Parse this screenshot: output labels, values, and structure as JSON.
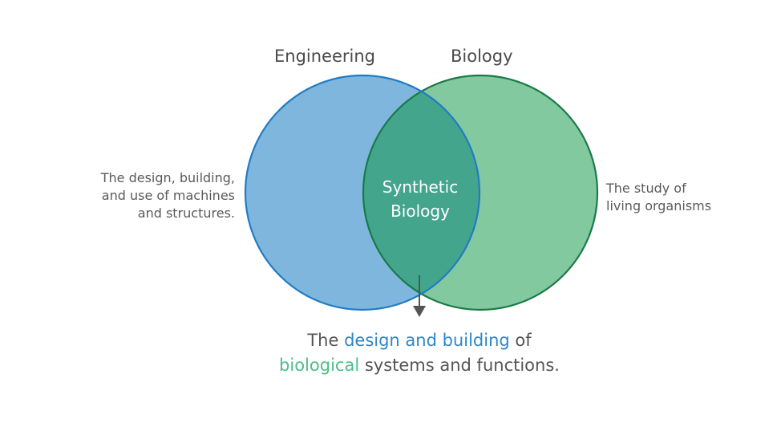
{
  "diagram": {
    "type": "venn",
    "sets": [
      {
        "id": "engineering",
        "title": "Engineering",
        "description_lines": [
          "The design, building,",
          "and use of machines",
          "and structures."
        ],
        "fill": "#7fb6dd",
        "stroke": "#1f7cc4"
      },
      {
        "id": "biology",
        "title": "Biology",
        "description_lines": [
          "The study of",
          "living organisms"
        ],
        "fill": "#82c9a0",
        "stroke": "#1a7a45"
      }
    ],
    "intersection": {
      "label_lines": [
        "Synthetic",
        "Biology"
      ],
      "fill": "#43a58c",
      "text_color": "#ffffff"
    },
    "arrow_color": "#555555",
    "caption": {
      "part1": "The ",
      "highlight1": "design and building",
      "part2": " of",
      "highlight2": "biological",
      "part3": " systems and functions.",
      "highlight1_color": "#2f86c9",
      "highlight2_color": "#4cbd8a"
    }
  }
}
